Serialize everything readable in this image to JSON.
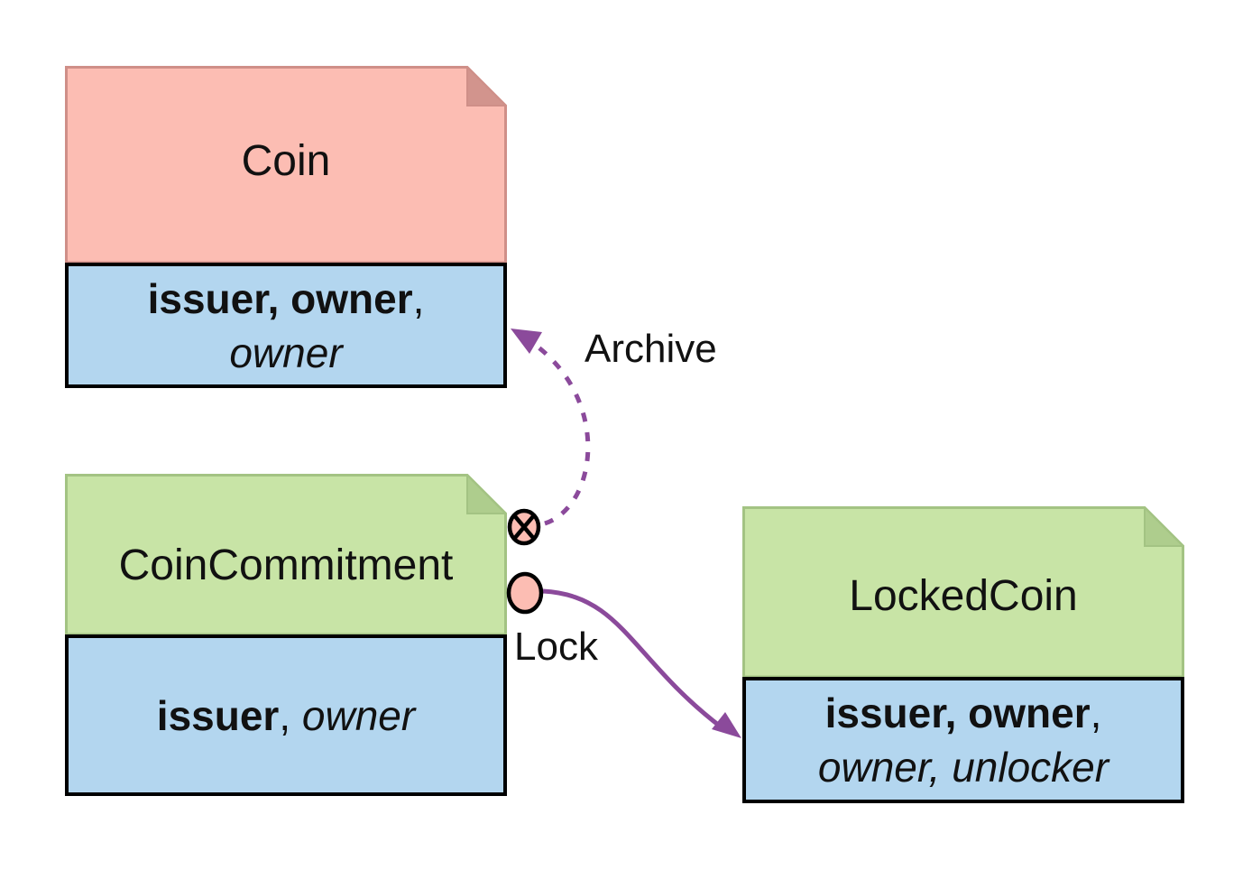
{
  "diagram": {
    "type": "state-evolution-diagram",
    "background_color": "#ffffff",
    "nodes": {
      "coin": {
        "title": "Coin",
        "attributes_bold": "issuer, owner",
        "attributes_separator": ",",
        "attributes_italic": "owner"
      },
      "coin_commitment": {
        "title": "CoinCommitment",
        "attributes_bold": "issuer",
        "attributes_separator": ", ",
        "attributes_italic": "owner"
      },
      "locked_coin": {
        "title": "LockedCoin",
        "attributes_bold": "issuer, owner",
        "attributes_separator": ",",
        "attributes_italic": "owner, unlocker"
      }
    },
    "edges": {
      "archive": {
        "label": "Archive",
        "line_style": "dashed"
      },
      "lock": {
        "label": "Lock",
        "line_style": "solid"
      }
    },
    "icons": {
      "crossed_circle": "crossed-circle-icon",
      "circle": "circle-icon",
      "dog_ear": "dog-ear-fold-icon"
    },
    "colors": {
      "pink_fill": "#FCBDB3",
      "pink_fold": "#D2948D",
      "pink_border": "#CF8F88",
      "green_fill": "#C8E4A6",
      "green_fold": "#AECD8D",
      "green_border": "#A3C383",
      "blue_fill": "#B3D6EF",
      "node_border": "#000000",
      "edge_purple": "#8B4A9B",
      "marker_fill": "#FCBDB3"
    }
  }
}
